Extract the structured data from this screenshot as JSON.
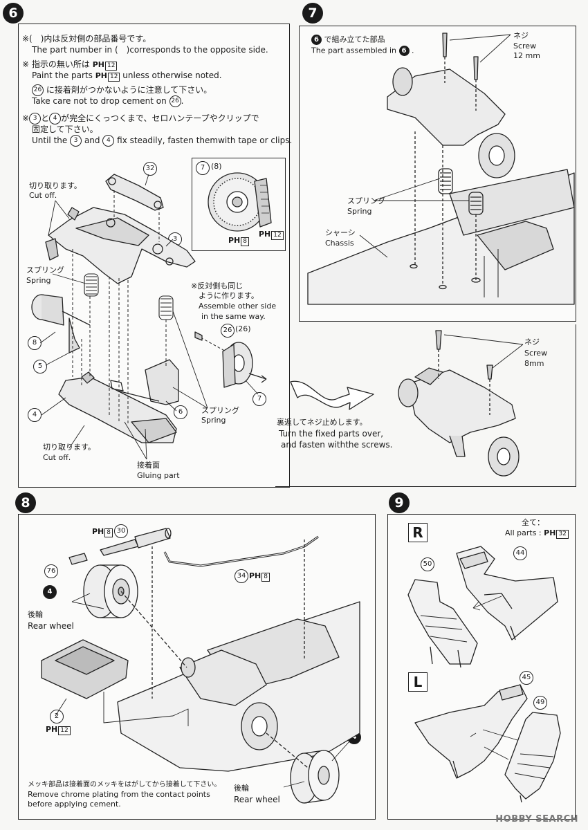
{
  "step6": {
    "num": "6",
    "note1_jp": "※(　)内は反対側の部品番号です。",
    "note1_en": "The part number in (　)corresponds to the opposite side.",
    "note2_jp_a": "※ 指示の無い所は",
    "note2_jp_paint": "12",
    "note2_en_a": "Paint the parts",
    "note2_en_b": "unless otherwise noted.",
    "note3_jp": "に接着剤がつかないように注意して下さい。",
    "note3_en": "Take care not to drop cement on",
    "note3_part": "26",
    "note4_jp_a": "※",
    "note4_jp_b": "と",
    "note4_jp_c": "が完全にくっつくまで、セロハンテープやクリップで",
    "note4_jp_d": "固定して下さい。",
    "note4_en_a": "Until the",
    "note4_en_b": "and",
    "note4_en_c": "fix steadily, fasten themwith tape or clips.",
    "part3": "3",
    "part4": "4",
    "labels": {
      "cut_off_jp": "切り取ります。",
      "cut_off_en": "Cut off.",
      "spring_jp": "スプリング",
      "spring_en": "Spring",
      "assemble_jp1": "※反対側も同じ",
      "assemble_jp2": "ように作ります。",
      "assemble_en1": "Assemble other side",
      "assemble_en2": "in the same way.",
      "gluing_jp": "接着面",
      "gluing_en": "Gluing part",
      "spring2_jp": "スプリング",
      "spring2_en": "Spring",
      "cut_off2_jp": "切り取ります。",
      "cut_off2_en": "Cut off."
    },
    "callouts": [
      "32",
      "3",
      "8",
      "5",
      "4",
      "6",
      "7",
      "26",
      "(26)"
    ],
    "disc_label_a": "7",
    "disc_label_b": "(8)",
    "paint_h8": "8",
    "paint_h12": "12",
    "turn_jp": "裏返してネジ止めします。",
    "turn_en1": "Turn the fixed parts over,",
    "turn_en2": "and fasten withthe screws."
  },
  "step7": {
    "num": "7",
    "assembled_jp": "で組み立てた部品",
    "assembled_en": "The part assembled in",
    "screw_jp": "ネジ",
    "screw_en": "Screw",
    "screw_size": "12 mm",
    "spring_jp": "スプリング",
    "spring_en": "Spring",
    "chassis_jp": "シャーシ",
    "chassis_en": "Chassis",
    "screw2_jp": "ネジ",
    "screw2_en": "Screw",
    "screw2_size": "8mm"
  },
  "step8": {
    "num": "8",
    "paint_a": "8",
    "part30": "30",
    "part76": "76",
    "part34": "34",
    "paint_b": "8",
    "part4": "4",
    "rear_wheel_jp": "後輪",
    "rear_wheel_en": "Rear wheel",
    "part2": "2",
    "paint_c": "12",
    "chrome_jp": "メッキ部品は接着面のメッキをはがしてから接着して下さい。",
    "chrome_en1": "Remove chrome plating from the contact points",
    "chrome_en2": "before applying cement.",
    "rear_wheel2_jp": "後輪",
    "rear_wheel2_en": "Rear wheel",
    "part4b": "4"
  },
  "step9": {
    "num": "9",
    "all_jp": "全て：",
    "all_en": "All parts :",
    "paint": "32",
    "R": "R",
    "L": "L",
    "part50": "50",
    "part44": "44",
    "part45": "45",
    "part49": "49"
  },
  "paint_prefix": "PH",
  "watermark": "HOBBY SEARCH"
}
